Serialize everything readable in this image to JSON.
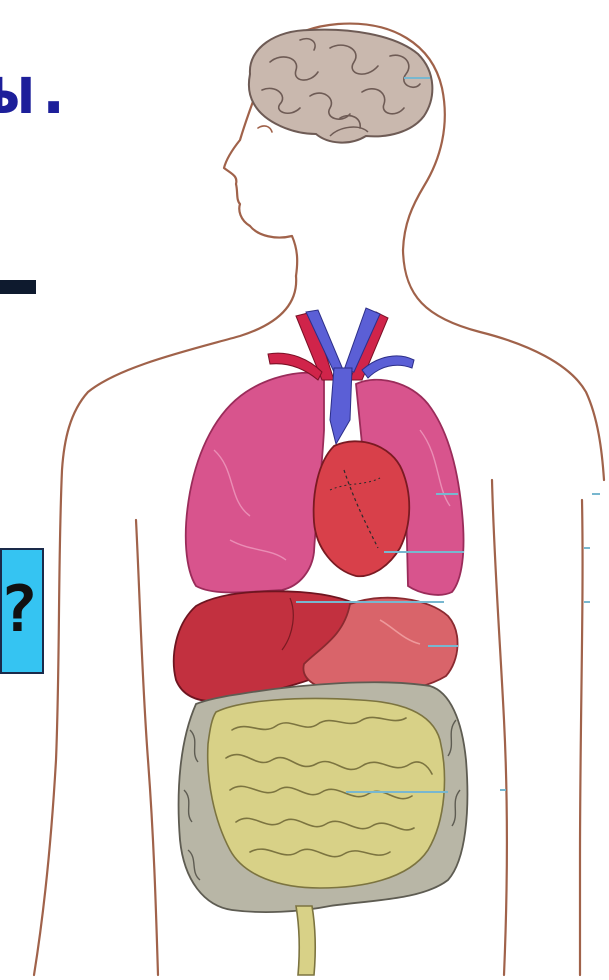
{
  "slide": {
    "title_fragment": "ы.",
    "answer_box_text": "?"
  },
  "figure": {
    "subject": "human-body-internal-organs",
    "organs": [
      "brain",
      "lungs",
      "heart",
      "liver",
      "stomach",
      "intestines"
    ],
    "colors": {
      "outline": "#a0624a",
      "brain": "#c9b8ae",
      "lungs": "#d8548d",
      "heart": "#d8404a",
      "liver": "#c2303f",
      "stomach": "#d9646a",
      "intestines": "#d8d187",
      "large_intestine": "#b8b6a6",
      "artery": "#d0244a",
      "vein": "#5b5fd6",
      "leader_line": "#78b7cf",
      "title": "#1d1f9a",
      "box": "#35c4f2"
    }
  }
}
